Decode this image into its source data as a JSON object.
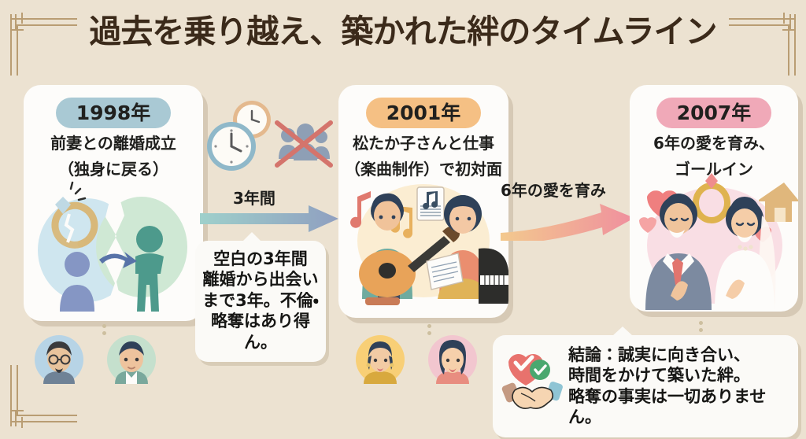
{
  "title": "過去を乗り越え、築かれた絆のタイムライン",
  "colors": {
    "background": "#ece2d1",
    "card": "#fdfcfa",
    "title_text": "#3b2a1a",
    "badge_1998": "#a9c9d4",
    "badge_2001": "#f5c084",
    "badge_2007": "#f0a9b8",
    "ornament": "#b99d73",
    "arrow_1_start": "#9fd0cb",
    "arrow_1_end": "#8f9fc0",
    "arrow_2_start": "#f3c98e",
    "arrow_2_end": "#ef8f9e"
  },
  "cards": [
    {
      "year_badge": "1998年",
      "line1": "前妻との離婚成立",
      "line2": "（独身に戻る）",
      "art_name": "divorce-broken-ring-illustration"
    },
    {
      "year_badge": "2001年",
      "line1": "松たか子さんと仕事",
      "line2": "（楽曲制作）で初対面",
      "art_name": "music-session-illustration"
    },
    {
      "year_badge": "2007年",
      "line1": "6年の愛を育み、",
      "line2": "ゴールイン",
      "art_name": "wedding-couple-illustration"
    }
  ],
  "connectors": [
    {
      "label": "3年間",
      "icons": [
        "clock-icon",
        "clock-icon",
        "no-people-icon"
      ]
    },
    {
      "label": "6年の愛を育み",
      "icons": []
    }
  ],
  "bubbles": {
    "gap": {
      "line1": "空白の3年間",
      "line2": "離婚から出会い",
      "line3": "まで3年。不倫・",
      "line4": "略奪はあり得ん。"
    },
    "conclusion": {
      "line1": "結論：誠実に向き合い、",
      "line2": "時間をかけて築いた絆。",
      "line3": "略奪の事実は一切ありません。",
      "icon": "heart-check-handshake-icon"
    }
  },
  "avatars": {
    "group1": [
      {
        "name": "avatar-man-glasses",
        "bg": "#b7d4e6"
      },
      {
        "name": "avatar-man-plain",
        "bg": "#c5e0cd"
      }
    ],
    "group2": [
      {
        "name": "avatar-woman-short-hair",
        "bg": "#f8cf76"
      },
      {
        "name": "avatar-woman-long-hair",
        "bg": "#f2c6cf"
      }
    ]
  }
}
